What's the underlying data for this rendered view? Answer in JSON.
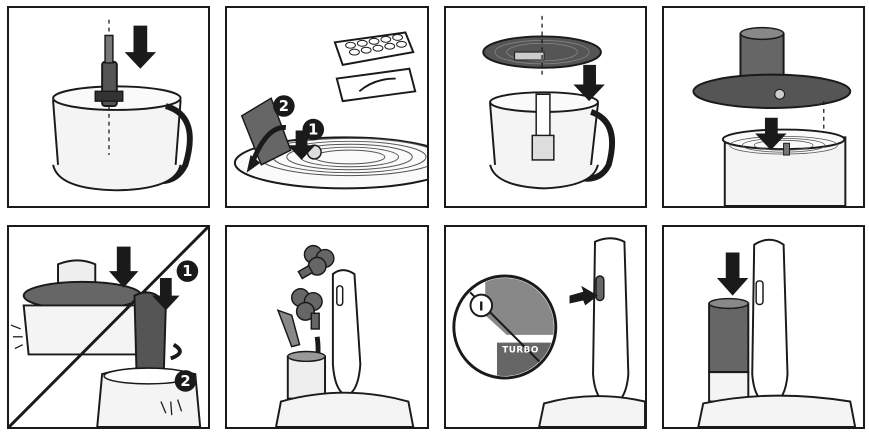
{
  "step_markers": {
    "panel2": {
      "first": "1",
      "second": "2"
    },
    "panel5": {
      "first": "1",
      "second": "2"
    }
  },
  "panel7": {
    "power_symbol": "I",
    "turbo_label": "TURBO"
  },
  "colors": {
    "outline": "#1a1a1a",
    "dark_part": "#555555",
    "mid_part": "#888888",
    "light_fill": "#eeeeee"
  }
}
